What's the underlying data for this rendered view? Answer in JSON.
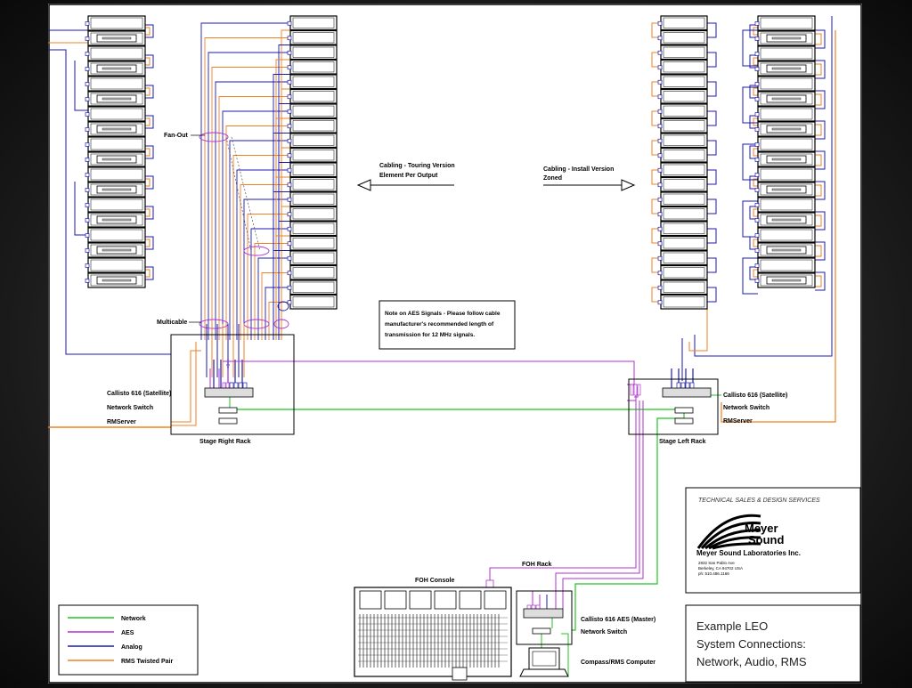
{
  "labels": {
    "fan_out": "Fan-Out",
    "multicable": "Multicable",
    "stage_right_rack": "Stage Right Rack",
    "stage_left_rack": "Stage Left Rack",
    "foh_console": "FOH Console",
    "foh_rack": "FOH Rack",
    "cabling_touring_1": "Cabling - Touring Version",
    "cabling_touring_2": "Element Per Output",
    "cabling_install_1": "Cabling - Install Version",
    "cabling_install_2": "Zoned"
  },
  "note_lines": [
    "Note on AES Signals - Please follow cable",
    "manufacturer's recommended length of",
    "transmission for 12 MHz signals."
  ],
  "sr_devices": [
    "Callisto 616 (Satellite)",
    "Network Switch",
    "RMServer"
  ],
  "sl_devices": [
    "Callisto 616 (Satellite)",
    "Network Switch",
    "RMServer"
  ],
  "foh_devices": [
    "Callisto 616 AES (Master)",
    "Network Switch",
    "Compass/RMS Computer"
  ],
  "legend": [
    {
      "label": "Network",
      "color": "#22c422"
    },
    {
      "label": "AES",
      "color": "#b030d0"
    },
    {
      "label": "Analog",
      "color": "#1a1ab0"
    },
    {
      "label": "RMS Twisted Pair",
      "color": "#f08020"
    }
  ],
  "company": {
    "dept": "TECHNICAL SALES & DESIGN SERVICES",
    "logo_text_1": "Meyer",
    "logo_text_2": "Sound",
    "name": "Meyer Sound Laboratories Inc.",
    "address": [
      "2832 San Pablo Ave",
      "Berkeley, CA 94702 USA",
      "ph: 510.486.1166"
    ]
  },
  "title": {
    "line1": "Example LEO",
    "line2": "System Connections:",
    "line3": "Network, Audio, RMS"
  }
}
